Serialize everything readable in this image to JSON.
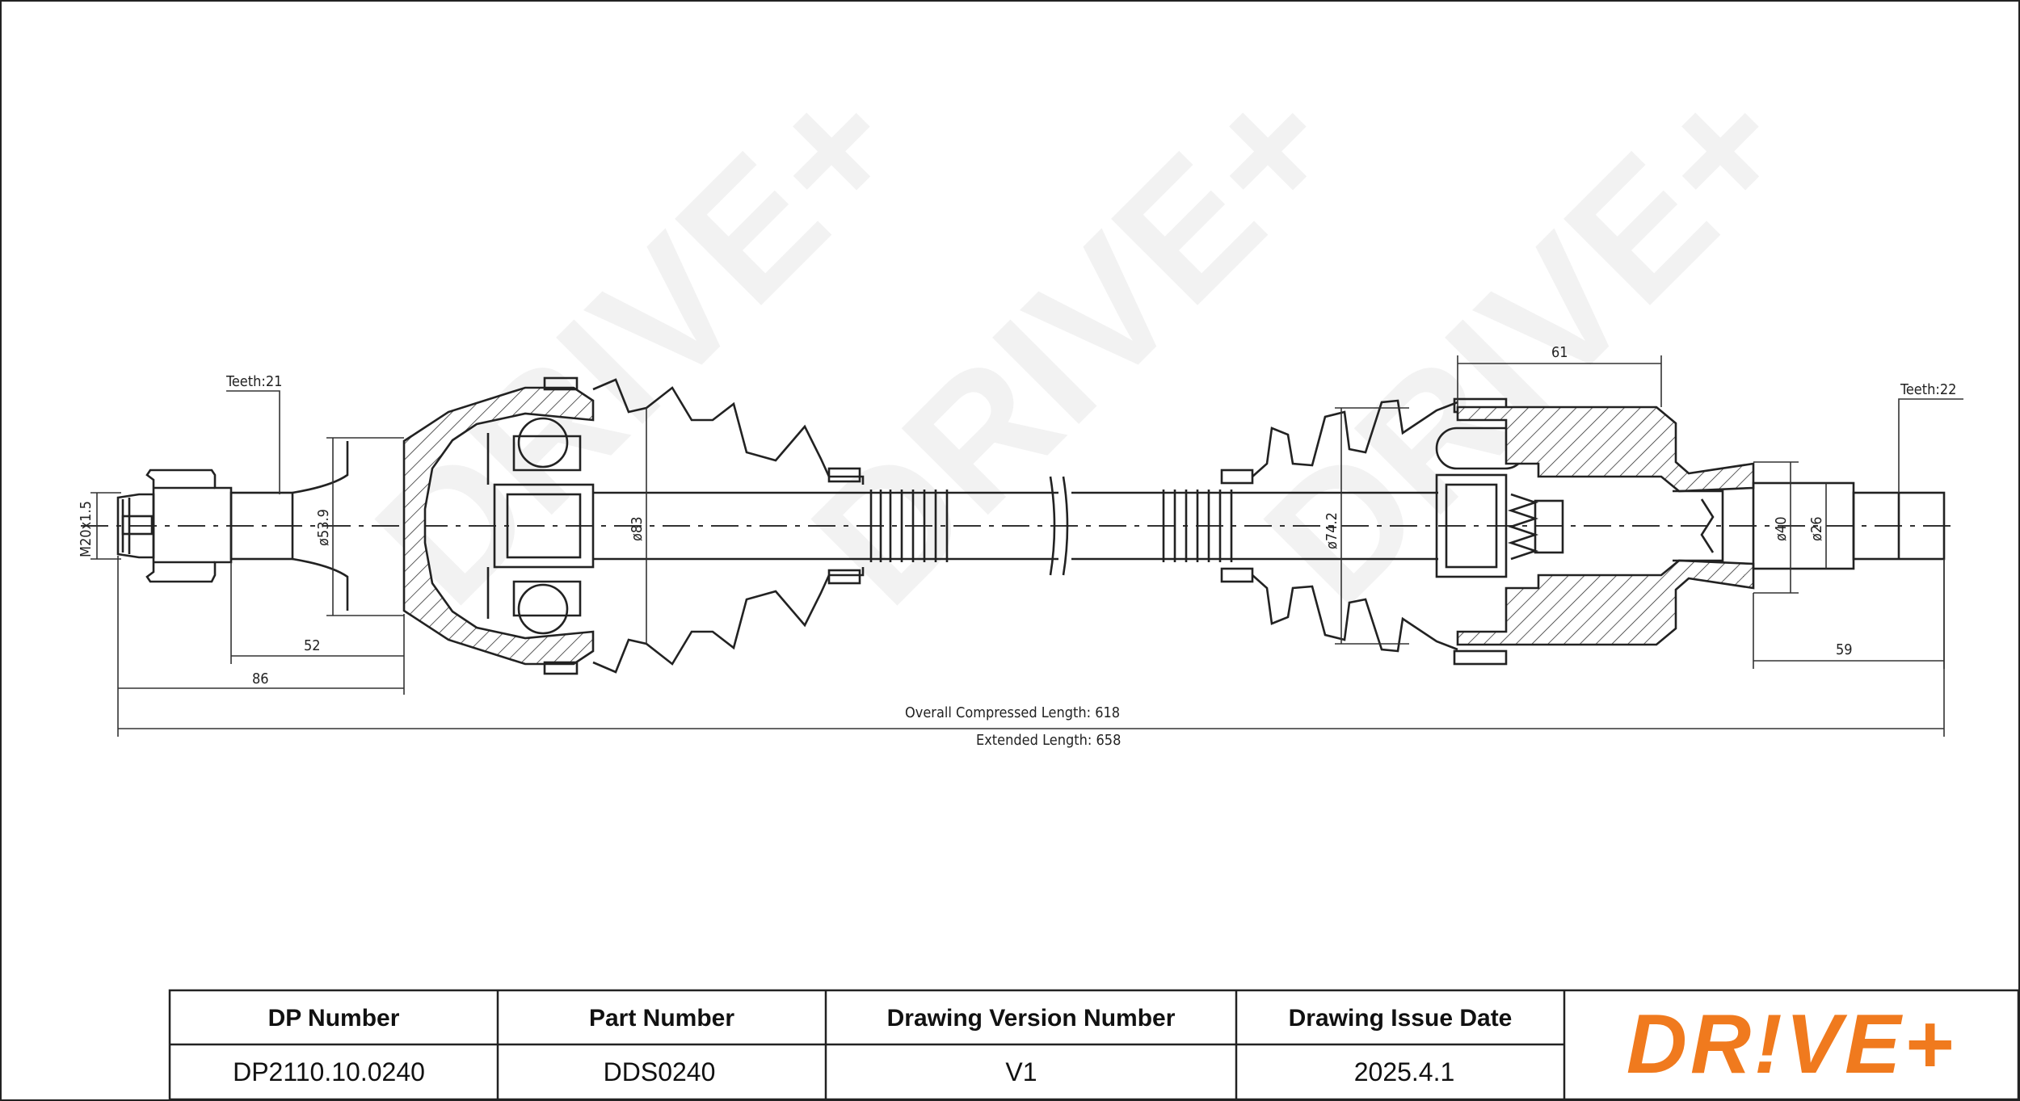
{
  "drawing": {
    "callouts": {
      "teeth_left": "Teeth:21",
      "teeth_right": "Teeth:22",
      "thread": "M20x1.5"
    },
    "dimensions": {
      "d_left_shaft": "ø53.9",
      "d_outer_boot": "ø83",
      "d_inner_boot": "ø74.2",
      "d_right_40": "ø40",
      "d_right_26": "ø26",
      "len_52": "52",
      "len_86": "86",
      "len_61": "61",
      "len_59": "59",
      "overall_compressed": "Overall  Compressed  Length: 618",
      "extended": "Extended  Length: 658"
    },
    "watermark": "DRIVE+"
  },
  "title_block": {
    "headers": [
      "DP Number",
      "Part Number",
      "Drawing Version Number",
      "Drawing Issue Date"
    ],
    "values": [
      "DP2110.10.0240",
      "DDS0240",
      "V1",
      "2025.4.1"
    ]
  },
  "brand": {
    "logo": "DR!VE+",
    "color": "#f07a1e"
  }
}
